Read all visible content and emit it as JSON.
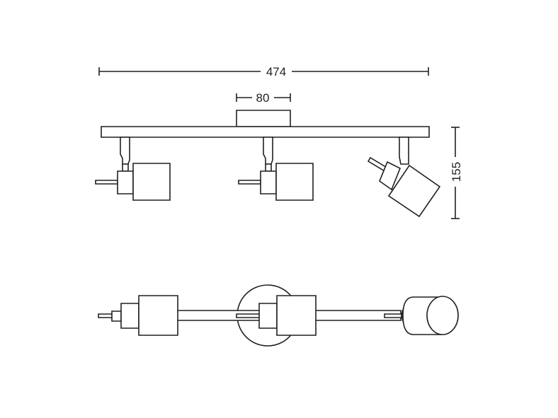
{
  "dimensions": {
    "total_length": "474",
    "canopy_width": "80",
    "height": "155"
  },
  "colors": {
    "line": "#231f20",
    "background": "#ffffff"
  }
}
